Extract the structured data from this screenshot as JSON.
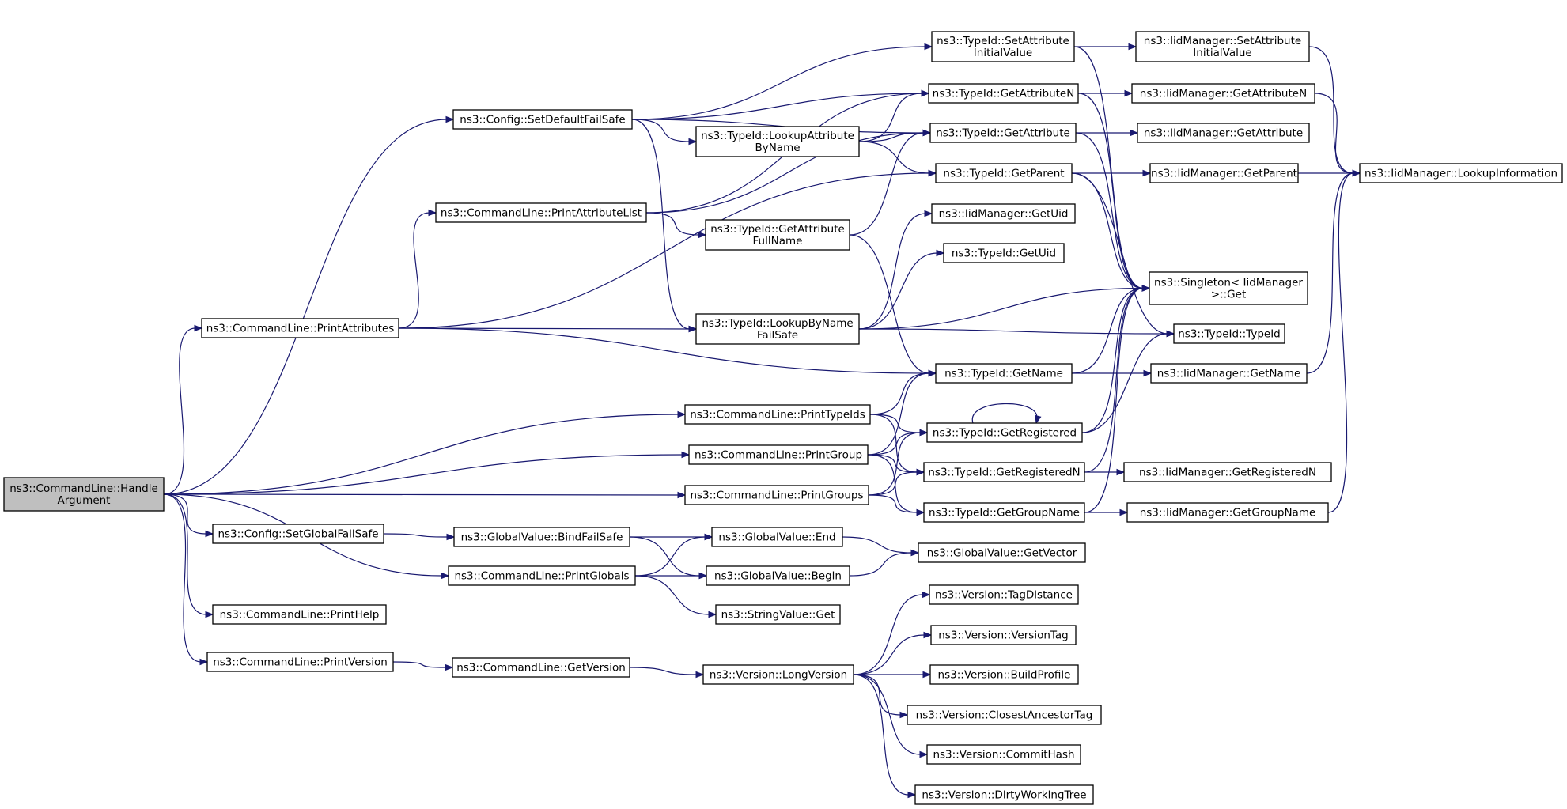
{
  "nodes": [
    {
      "id": "handle",
      "lines": [
        "ns3::CommandLine::Handle",
        "Argument"
      ],
      "root": true
    },
    {
      "id": "cfgSetDefault",
      "lines": [
        "ns3::Config::SetDefaultFailSafe"
      ]
    },
    {
      "id": "printAttrList",
      "lines": [
        "ns3::CommandLine::PrintAttributeList"
      ]
    },
    {
      "id": "printAttributes",
      "lines": [
        "ns3::CommandLine::PrintAttributes"
      ]
    },
    {
      "id": "cfgSetGlobal",
      "lines": [
        "ns3::Config::SetGlobalFailSafe"
      ]
    },
    {
      "id": "printGlobals",
      "lines": [
        "ns3::CommandLine::PrintGlobals"
      ]
    },
    {
      "id": "printHelp",
      "lines": [
        "ns3::CommandLine::PrintHelp"
      ]
    },
    {
      "id": "printVersion",
      "lines": [
        "ns3::CommandLine::PrintVersion"
      ]
    },
    {
      "id": "lookupAttrByName",
      "lines": [
        "ns3::TypeId::LookupAttribute",
        "ByName"
      ]
    },
    {
      "id": "getAttrFullName",
      "lines": [
        "ns3::TypeId::GetAttribute",
        "FullName"
      ]
    },
    {
      "id": "lookupByNameFS",
      "lines": [
        "ns3::TypeId::LookupByName",
        "FailSafe"
      ]
    },
    {
      "id": "printTypeIds",
      "lines": [
        "ns3::CommandLine::PrintTypeIds"
      ]
    },
    {
      "id": "printGroup",
      "lines": [
        "ns3::CommandLine::PrintGroup"
      ]
    },
    {
      "id": "printGroups",
      "lines": [
        "ns3::CommandLine::PrintGroups"
      ]
    },
    {
      "id": "gvBindFS",
      "lines": [
        "ns3::GlobalValue::BindFailSafe"
      ]
    },
    {
      "id": "clGetVersion",
      "lines": [
        "ns3::CommandLine::GetVersion"
      ]
    },
    {
      "id": "tidSetAttrInit",
      "lines": [
        "ns3::TypeId::SetAttribute",
        "InitialValue"
      ]
    },
    {
      "id": "tidGetAttrN",
      "lines": [
        "ns3::TypeId::GetAttributeN"
      ]
    },
    {
      "id": "tidGetAttr",
      "lines": [
        "ns3::TypeId::GetAttribute"
      ]
    },
    {
      "id": "tidGetParent",
      "lines": [
        "ns3::TypeId::GetParent"
      ]
    },
    {
      "id": "imGetUid",
      "lines": [
        "ns3::IidManager::GetUid"
      ]
    },
    {
      "id": "tidGetUid",
      "lines": [
        "ns3::TypeId::GetUid"
      ]
    },
    {
      "id": "tidGetName",
      "lines": [
        "ns3::TypeId::GetName"
      ]
    },
    {
      "id": "tidGetRegistered",
      "lines": [
        "ns3::TypeId::GetRegistered"
      ]
    },
    {
      "id": "tidGetRegisteredN",
      "lines": [
        "ns3::TypeId::GetRegisteredN"
      ]
    },
    {
      "id": "tidGetGroupName",
      "lines": [
        "ns3::TypeId::GetGroupName"
      ]
    },
    {
      "id": "gvEnd",
      "lines": [
        "ns3::GlobalValue::End"
      ]
    },
    {
      "id": "gvBegin",
      "lines": [
        "ns3::GlobalValue::Begin"
      ]
    },
    {
      "id": "svGet",
      "lines": [
        "ns3::StringValue::Get"
      ]
    },
    {
      "id": "gvGetVector",
      "lines": [
        "ns3::GlobalValue::GetVector"
      ]
    },
    {
      "id": "verLong",
      "lines": [
        "ns3::Version::LongVersion"
      ]
    },
    {
      "id": "verTagDist",
      "lines": [
        "ns3::Version::TagDistance"
      ]
    },
    {
      "id": "verVersionTag",
      "lines": [
        "ns3::Version::VersionTag"
      ]
    },
    {
      "id": "verBuildProfile",
      "lines": [
        "ns3::Version::BuildProfile"
      ]
    },
    {
      "id": "verClosestTag",
      "lines": [
        "ns3::Version::ClosestAncestorTag"
      ]
    },
    {
      "id": "verCommitHash",
      "lines": [
        "ns3::Version::CommitHash"
      ]
    },
    {
      "id": "verDirty",
      "lines": [
        "ns3::Version::DirtyWorkingTree"
      ]
    },
    {
      "id": "imSetAttrInit",
      "lines": [
        "ns3::IidManager::SetAttribute",
        "InitialValue"
      ]
    },
    {
      "id": "imGetAttrN",
      "lines": [
        "ns3::IidManager::GetAttributeN"
      ]
    },
    {
      "id": "imGetAttr",
      "lines": [
        "ns3::IidManager::GetAttribute"
      ]
    },
    {
      "id": "imGetParent",
      "lines": [
        "ns3::IidManager::GetParent"
      ]
    },
    {
      "id": "singletonGet",
      "lines": [
        "ns3::Singleton< IidManager",
        " >::Get"
      ]
    },
    {
      "id": "tidTypeId",
      "lines": [
        "ns3::TypeId::TypeId"
      ]
    },
    {
      "id": "imGetName",
      "lines": [
        "ns3::IidManager::GetName"
      ]
    },
    {
      "id": "imGetRegisteredN",
      "lines": [
        "ns3::IidManager::GetRegisteredN"
      ]
    },
    {
      "id": "imGetGroupName",
      "lines": [
        "ns3::IidManager::GetGroupName"
      ]
    },
    {
      "id": "imLookupInfo",
      "lines": [
        "ns3::IidManager::LookupInformation"
      ]
    }
  ],
  "edges": [
    [
      "handle",
      "cfgSetDefault"
    ],
    [
      "handle",
      "printAttributes"
    ],
    [
      "handle",
      "printTypeIds"
    ],
    [
      "handle",
      "printGroup"
    ],
    [
      "handle",
      "printGroups"
    ],
    [
      "handle",
      "cfgSetGlobal"
    ],
    [
      "handle",
      "printGlobals"
    ],
    [
      "handle",
      "printHelp"
    ],
    [
      "handle",
      "printVersion"
    ],
    [
      "cfgSetDefault",
      "tidSetAttrInit"
    ],
    [
      "cfgSetDefault",
      "tidGetAttrN"
    ],
    [
      "cfgSetDefault",
      "tidGetAttr"
    ],
    [
      "cfgSetDefault",
      "lookupAttrByName"
    ],
    [
      "cfgSetDefault",
      "lookupByNameFS"
    ],
    [
      "printAttrList",
      "tidGetAttrN"
    ],
    [
      "printAttrList",
      "tidGetAttr"
    ],
    [
      "printAttrList",
      "getAttrFullName"
    ],
    [
      "printAttributes",
      "printAttrList"
    ],
    [
      "printAttributes",
      "tidGetParent"
    ],
    [
      "printAttributes",
      "lookupByNameFS"
    ],
    [
      "printAttributes",
      "tidGetName"
    ],
    [
      "lookupAttrByName",
      "tidGetAttrN"
    ],
    [
      "lookupAttrByName",
      "tidGetAttr"
    ],
    [
      "lookupAttrByName",
      "tidGetParent"
    ],
    [
      "getAttrFullName",
      "tidGetAttr"
    ],
    [
      "getAttrFullName",
      "tidGetName"
    ],
    [
      "lookupByNameFS",
      "imGetUid"
    ],
    [
      "lookupByNameFS",
      "tidGetUid"
    ],
    [
      "lookupByNameFS",
      "singletonGet"
    ],
    [
      "lookupByNameFS",
      "tidTypeId"
    ],
    [
      "printTypeIds",
      "tidGetName"
    ],
    [
      "printTypeIds",
      "tidGetRegistered"
    ],
    [
      "printTypeIds",
      "tidGetRegisteredN"
    ],
    [
      "printGroup",
      "tidGetName"
    ],
    [
      "printGroup",
      "tidGetRegistered"
    ],
    [
      "printGroup",
      "tidGetRegisteredN"
    ],
    [
      "printGroup",
      "tidGetGroupName"
    ],
    [
      "printGroups",
      "tidGetRegistered"
    ],
    [
      "printGroups",
      "tidGetRegisteredN"
    ],
    [
      "printGroups",
      "tidGetGroupName"
    ],
    [
      "cfgSetGlobal",
      "gvBindFS"
    ],
    [
      "gvBindFS",
      "gvEnd"
    ],
    [
      "gvBindFS",
      "gvBegin"
    ],
    [
      "printGlobals",
      "gvEnd"
    ],
    [
      "printGlobals",
      "gvBegin"
    ],
    [
      "printGlobals",
      "svGet"
    ],
    [
      "gvEnd",
      "gvGetVector"
    ],
    [
      "gvBegin",
      "gvGetVector"
    ],
    [
      "printVersion",
      "clGetVersion"
    ],
    [
      "clGetVersion",
      "verLong"
    ],
    [
      "verLong",
      "verTagDist"
    ],
    [
      "verLong",
      "verVersionTag"
    ],
    [
      "verLong",
      "verBuildProfile"
    ],
    [
      "verLong",
      "verClosestTag"
    ],
    [
      "verLong",
      "verCommitHash"
    ],
    [
      "verLong",
      "verDirty"
    ],
    [
      "tidSetAttrInit",
      "imSetAttrInit"
    ],
    [
      "tidSetAttrInit",
      "singletonGet"
    ],
    [
      "tidGetAttrN",
      "imGetAttrN"
    ],
    [
      "tidGetAttrN",
      "singletonGet"
    ],
    [
      "tidGetAttr",
      "imGetAttr"
    ],
    [
      "tidGetAttr",
      "singletonGet"
    ],
    [
      "tidGetParent",
      "imGetParent"
    ],
    [
      "tidGetParent",
      "singletonGet"
    ],
    [
      "tidGetParent",
      "tidTypeId"
    ],
    [
      "tidGetName",
      "imGetName"
    ],
    [
      "tidGetName",
      "singletonGet"
    ],
    [
      "tidGetRegistered",
      "tidGetRegistered"
    ],
    [
      "tidGetRegistered",
      "singletonGet"
    ],
    [
      "tidGetRegistered",
      "tidTypeId"
    ],
    [
      "tidGetRegisteredN",
      "imGetRegisteredN"
    ],
    [
      "tidGetRegisteredN",
      "singletonGet"
    ],
    [
      "tidGetGroupName",
      "imGetGroupName"
    ],
    [
      "tidGetGroupName",
      "singletonGet"
    ],
    [
      "imSetAttrInit",
      "imLookupInfo"
    ],
    [
      "imGetAttrN",
      "imLookupInfo"
    ],
    [
      "imGetParent",
      "imLookupInfo"
    ],
    [
      "imGetName",
      "imLookupInfo"
    ],
    [
      "imGetGroupName",
      "imLookupInfo"
    ]
  ]
}
